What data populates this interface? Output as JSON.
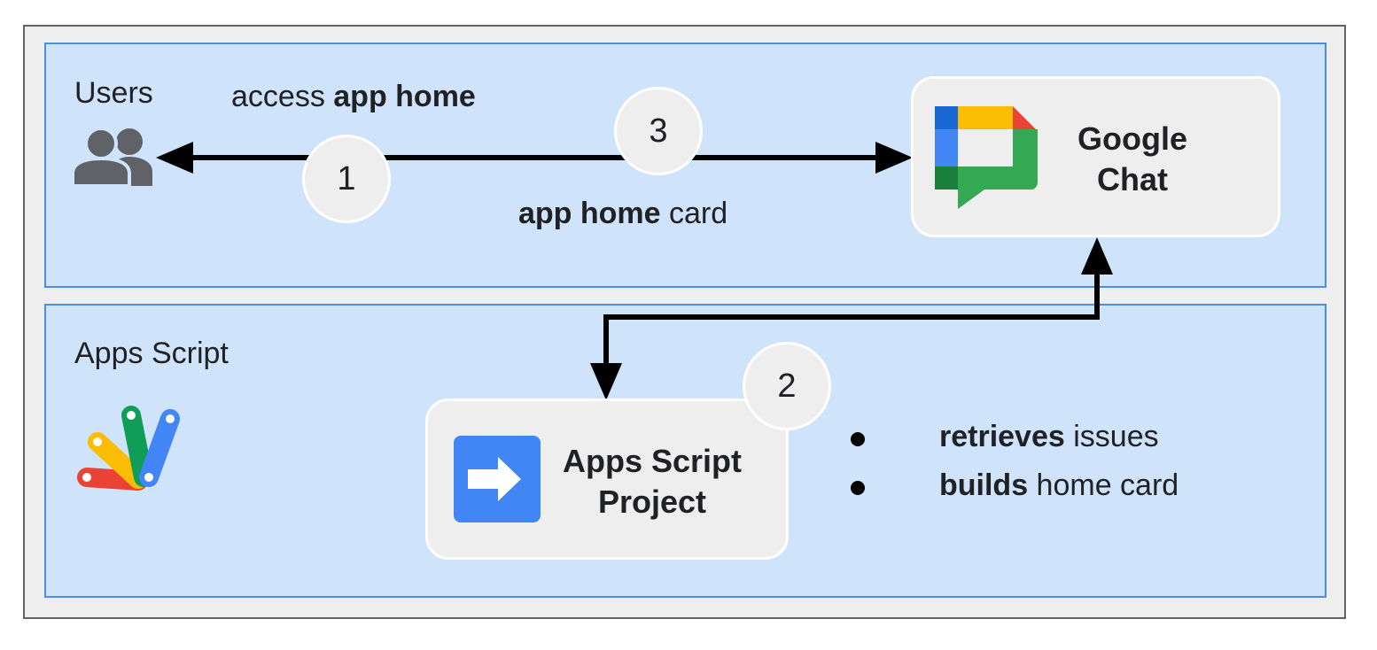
{
  "sections": {
    "users": {
      "label": "Users"
    },
    "apps_script": {
      "label": "Apps Script"
    }
  },
  "nodes": {
    "google_chat": {
      "line1": "Google",
      "line2": "Chat",
      "icon": "google-chat-icon"
    },
    "apps_script_project": {
      "line1": "Apps Script",
      "line2": "Project",
      "icon": "apps-script-project-icon"
    }
  },
  "steps": {
    "one": "1",
    "two": "2",
    "three": "3"
  },
  "edges": {
    "access": {
      "prefix": "access ",
      "strong": "app home"
    },
    "card": {
      "strong": "app home",
      "suffix": " card"
    }
  },
  "actions": [
    {
      "strong": "retrieves",
      "rest": " issues"
    },
    {
      "strong": "builds",
      "rest": " home card"
    }
  ],
  "colors": {
    "panel": "#cfe3fb",
    "panel_border": "#4a90e2",
    "google_blue": "#4285f4",
    "google_red": "#ea4335",
    "google_yellow": "#fbbc04",
    "google_green": "#34a853"
  }
}
